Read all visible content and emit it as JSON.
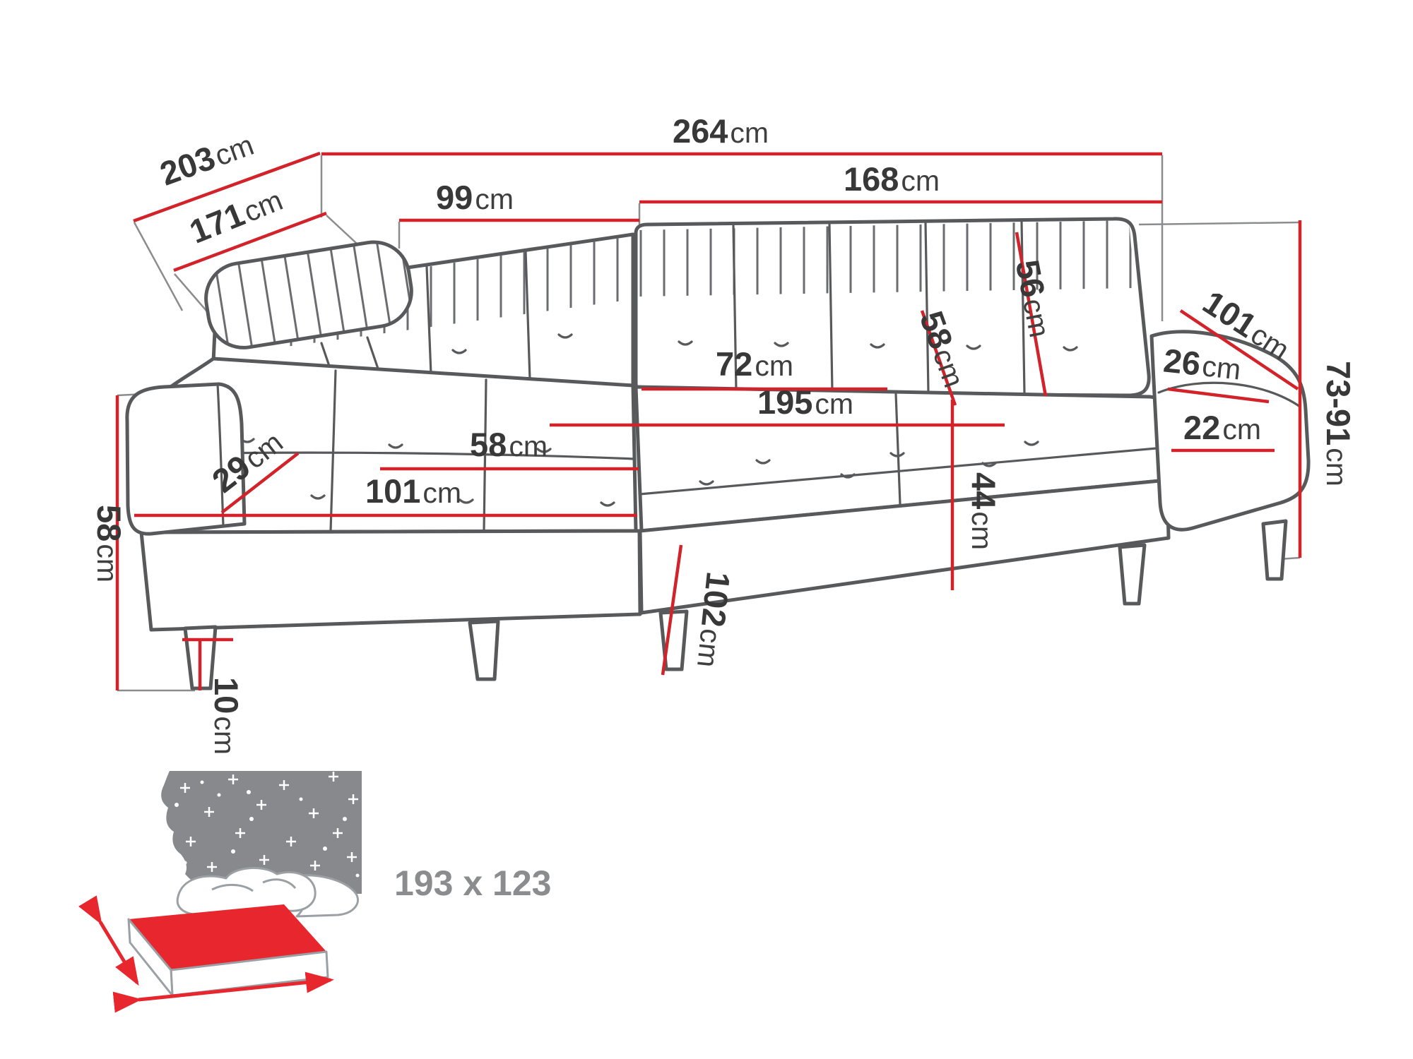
{
  "title": "Corner sofa dimensions diagram",
  "unit": "cm",
  "colors": {
    "dimension_red": "#d2232a",
    "outline_gray": "#58595b",
    "label_text": "#383838",
    "bed_icon_gray": "#87898c",
    "bed_icon_red": "#e8262d"
  },
  "dims": {
    "total_back_width": {
      "num": "203",
      "unit": "cm"
    },
    "inner_back_width": {
      "num": "171",
      "unit": "cm"
    },
    "total_width": {
      "num": "264",
      "unit": "cm"
    },
    "seat_width_right": {
      "num": "168",
      "unit": "cm"
    },
    "seat_width_left": {
      "num": "99",
      "unit": "cm"
    },
    "backrest_height": {
      "num": "56",
      "unit": "cm"
    },
    "armrest_length": {
      "num": "101",
      "unit": "cm"
    },
    "armrest_top_width": {
      "num": "26",
      "unit": "cm"
    },
    "height_range": {
      "num": "73-91",
      "unit": "cm"
    },
    "seat_depth": {
      "num": "72",
      "unit": "cm"
    },
    "backrest_depth": {
      "num": "58",
      "unit": "cm"
    },
    "sleeping_length": {
      "num": "195",
      "unit": "cm"
    },
    "armrest_width": {
      "num": "22",
      "unit": "cm"
    },
    "chaise_seat_width": {
      "num": "58",
      "unit": "cm"
    },
    "headrest_depth": {
      "num": "29",
      "unit": "cm"
    },
    "chaise_length": {
      "num": "101",
      "unit": "cm"
    },
    "seat_height": {
      "num": "44",
      "unit": "cm"
    },
    "side_height": {
      "num": "58",
      "unit": "cm"
    },
    "chaise_depth": {
      "num": "102",
      "unit": "cm"
    },
    "leg_height": {
      "num": "10",
      "unit": "cm"
    }
  },
  "bed": {
    "icon": "sofa-bed-sleeping-function-icon",
    "size_label": "193 x 123"
  }
}
